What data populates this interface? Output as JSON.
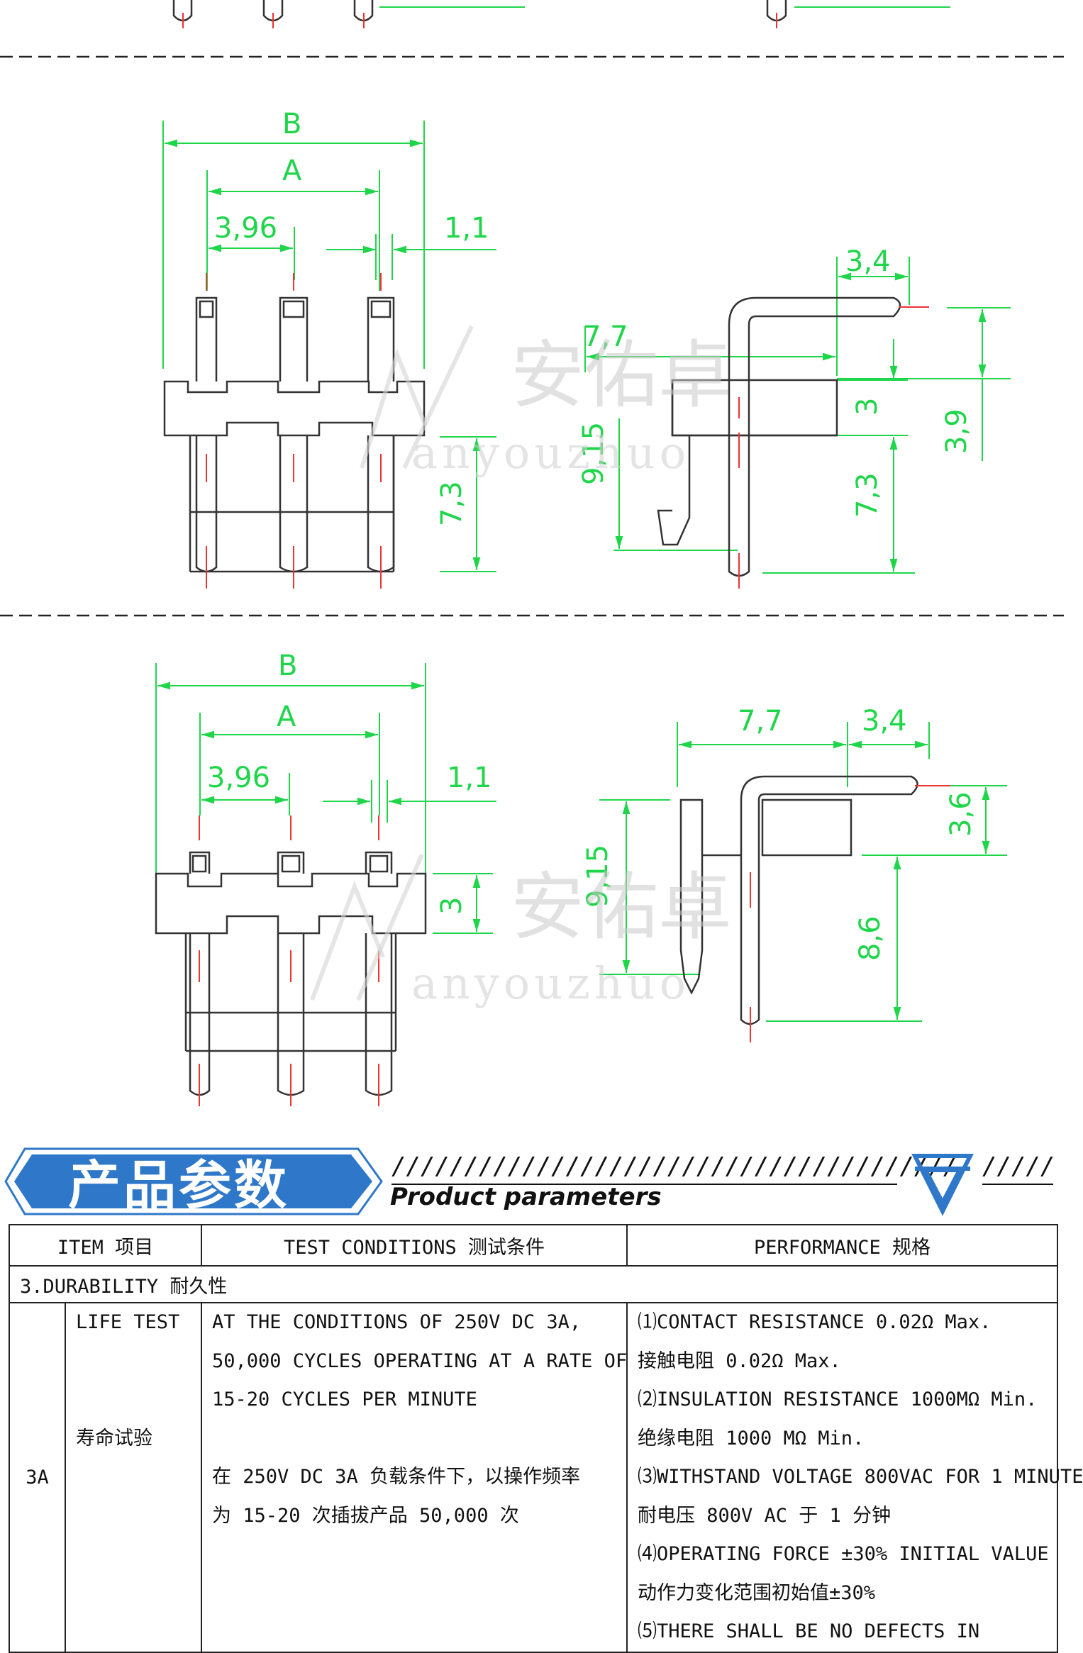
{
  "drawings": {
    "dimension_labels": {
      "B": "B",
      "A": "A",
      "pitch": "3,96",
      "d1_1": "1,1",
      "d3_4": "3,4",
      "d7_7": "7,7",
      "d3": "3",
      "d3_9": "3,9",
      "d7_3": "7,3",
      "d9_15": "9,15",
      "d3_6": "3,6",
      "d8_6": "8,6"
    },
    "watermark": {
      "cn": "安佑卓",
      "en": "anyouzhuo"
    }
  },
  "section": {
    "title_cn": "产品参数",
    "title_en": "Product parameters"
  },
  "table": {
    "headers": [
      "ITEM 项目",
      "TEST CONDITIONS 测试条件",
      "PERFORMANCE 规格"
    ],
    "section_label": "3.DURABILITY 耐久性",
    "category": "3A",
    "item_en": "LIFE TEST",
    "item_cn": "寿命试验",
    "conditions": [
      "AT THE CONDITIONS OF 250V DC 3A,",
      "50,000 CYCLES OPERATING AT A RATE OF",
      "15-20 CYCLES PER MINUTE",
      "",
      "在 250V DC 3A 负载条件下，以操作频率",
      "为 15-20 次插拔产品 50,000 次"
    ],
    "performance": [
      "⑴CONTACT RESISTANCE 0.02Ω Max.",
      "接触电阻 0.02Ω Max.",
      "⑵INSULATION RESISTANCE 1000MΩ Min.",
      "绝缘电阻 1000 MΩ Min.",
      "⑶WITHSTAND VOLTAGE 800VAC FOR 1 MINUTE",
      "耐电压 800V AC 于 1 分钟",
      "⑷OPERATING FORCE ±30% INITIAL VALUE",
      "动作力变化范围初始值±30%",
      "⑸THERE SHALL BE NO DEFECTS IN"
    ]
  }
}
